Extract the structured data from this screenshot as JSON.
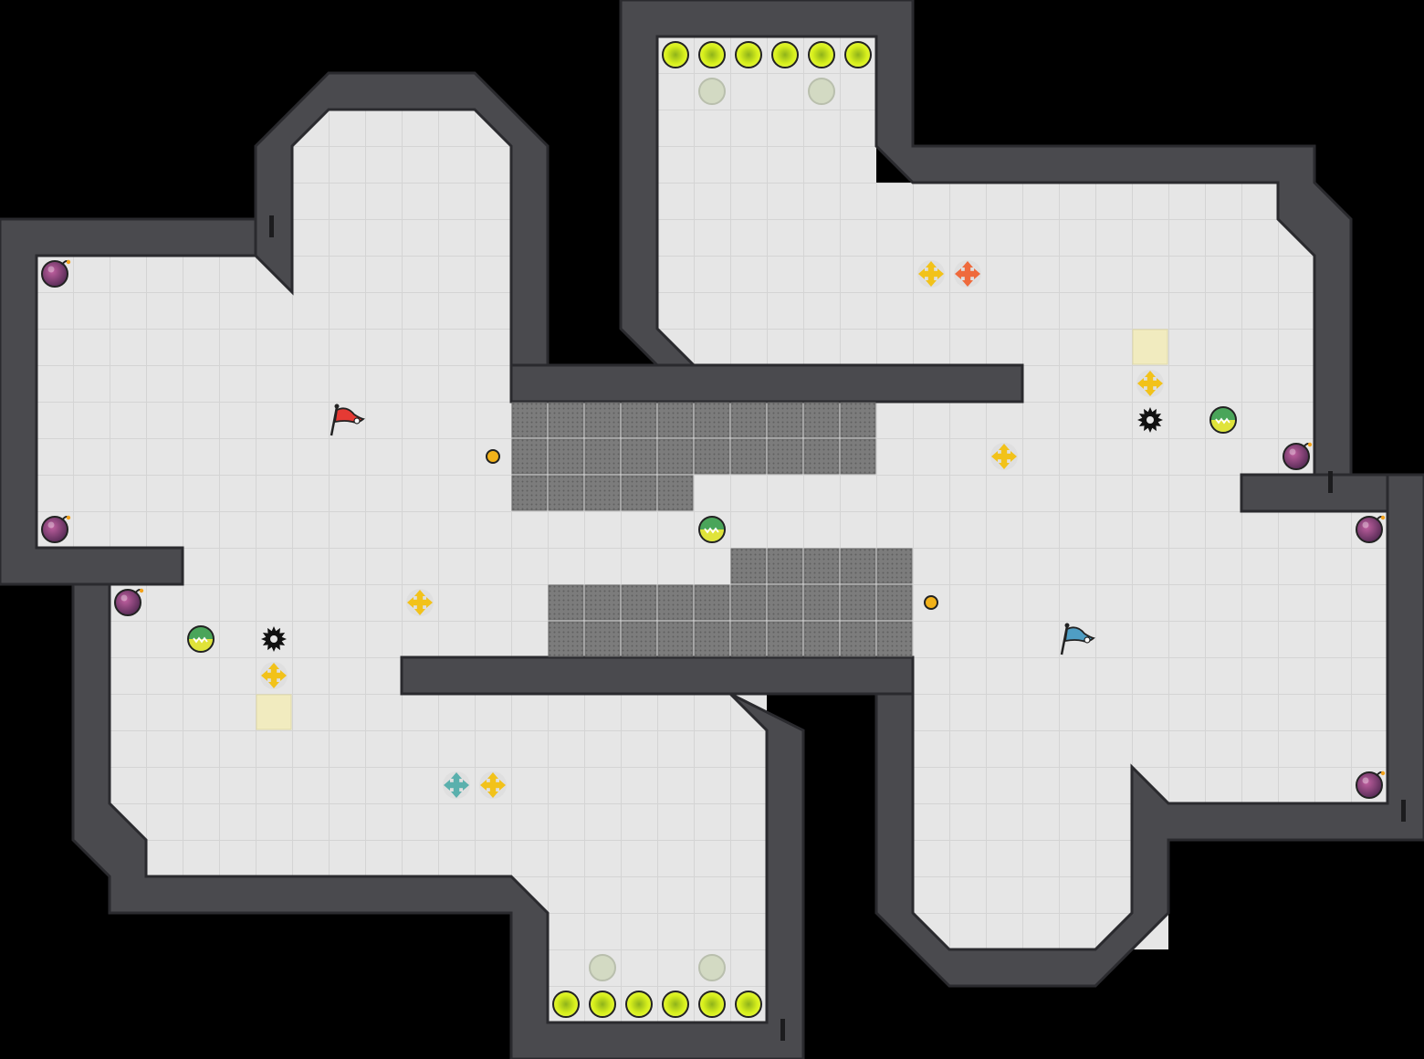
{
  "game": {
    "type": "capture-the-flag-map",
    "grid_cols": 39,
    "grid_rows": 29,
    "colors": {
      "background": "#000000",
      "floor": "#e6e6e6",
      "floor_line": "#d2d2d2",
      "wall": "#4a4a4e",
      "wall_edge": "#2a2a2e",
      "wall_glow": "#e9e9e9",
      "gate": "#7f7f7f",
      "red_team": "#e53a34",
      "blue_team": "#4f9ec4",
      "boost": "#f2c21a",
      "red_boost": "#ef6a3c",
      "blue_boost": "#5ab0ad",
      "bomb": "#7a3d72",
      "powerup": "#c8e81a",
      "spike": "#111111",
      "portal": "#d3dac3",
      "marker_tile": "#f1ebbf"
    },
    "red_flag": [
      9,
      11
    ],
    "blue_flag": [
      29,
      17
    ],
    "spikes": [
      [
        31,
        11
      ],
      [
        7,
        17
      ]
    ],
    "boosts": [
      [
        25,
        7
      ],
      [
        31,
        10
      ],
      [
        27,
        12
      ],
      [
        11,
        16
      ],
      [
        7,
        18
      ],
      [
        13,
        21
      ]
    ],
    "red_boosts": [
      [
        26,
        7
      ]
    ],
    "blue_boosts": [
      [
        12,
        21
      ]
    ],
    "bombs": [
      [
        1,
        7
      ],
      [
        1,
        14
      ],
      [
        3,
        16
      ],
      [
        35,
        12
      ],
      [
        37,
        14
      ],
      [
        37,
        21
      ]
    ],
    "gate_toggles": [
      [
        33,
        11
      ],
      [
        19,
        14
      ],
      [
        5,
        17
      ]
    ],
    "buttons": [
      [
        13,
        12
      ],
      [
        25,
        16
      ]
    ],
    "powerups": [
      [
        18,
        1
      ],
      [
        19,
        1
      ],
      [
        20,
        1
      ],
      [
        21,
        1
      ],
      [
        22,
        1
      ],
      [
        23,
        1
      ],
      [
        15,
        27
      ],
      [
        16,
        27
      ],
      [
        17,
        27
      ],
      [
        18,
        27
      ],
      [
        19,
        27
      ],
      [
        20,
        27
      ]
    ],
    "portals": [
      [
        19,
        2
      ],
      [
        22,
        2
      ],
      [
        16,
        26
      ],
      [
        19,
        26
      ]
    ],
    "markers": [
      [
        31,
        9
      ],
      [
        7,
        19
      ]
    ],
    "gate_blocks": [
      [
        14,
        11,
        24,
        13
      ],
      [
        14,
        13,
        19,
        14
      ],
      [
        20,
        15,
        25,
        16
      ],
      [
        15,
        16,
        25,
        18
      ]
    ]
  }
}
